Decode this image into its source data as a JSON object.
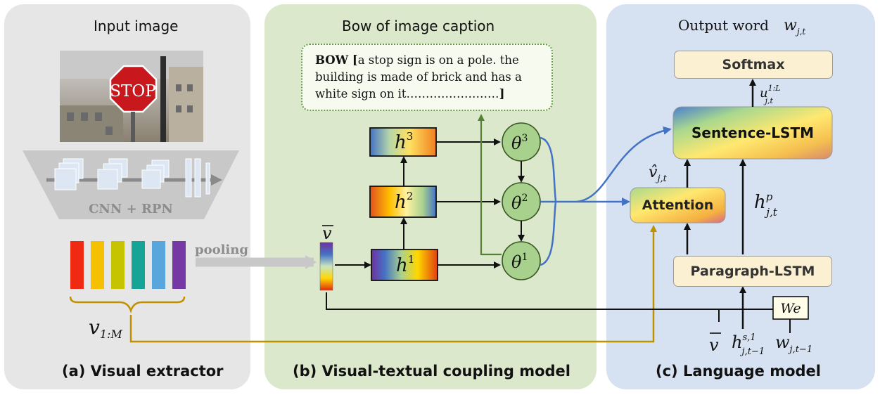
{
  "panel_a": {
    "title": "Input image",
    "photo_sign_text": "STOP",
    "cnn_label": "CNN + RPN",
    "pooling_label": "pooling",
    "features_label": "v",
    "features_sub": "1:M",
    "feature_colors": [
      "#f02a12",
      "#f5c000",
      "#c6c400",
      "#15a496",
      "#58a6db",
      "#7638a4"
    ],
    "bottom_title": "(a) Visual extractor"
  },
  "panel_b": {
    "title": "Bow of image caption",
    "bow_prefix": "BOW [",
    "bow_text": "a stop sign is on a pole. the building is made of brick and has a white sign on it……………………",
    "bow_suffix": "]",
    "vbar_label": "v",
    "h_labels": [
      "h",
      "h",
      "h"
    ],
    "h_sups": [
      "1",
      "2",
      "3"
    ],
    "theta_labels": [
      "θ",
      "θ",
      "θ"
    ],
    "theta_sups": [
      "1",
      "2",
      "3"
    ],
    "bottom_title": "(b) Visual-textual coupling model"
  },
  "panel_c": {
    "output_label": "Output word",
    "output_var": "w",
    "output_sub": "j,t",
    "softmax": "Softmax",
    "u_label": "u",
    "u_sup": "1:L",
    "u_sub": "j,t",
    "sentence_lstm": "Sentence-LSTM",
    "vhat_label": "v̂",
    "vhat_sub": "j,t",
    "attention": "Attention",
    "hp_label": "h",
    "hp_sup": "p",
    "hp_sub": "j,t",
    "paragraph_lstm": "Paragraph-LSTM",
    "we_label": "We",
    "in_vbar": "v",
    "in_hs": "h",
    "in_hs_sup": "s,1",
    "in_hs_sub": "j,t−1",
    "in_w": "w",
    "in_w_sub": "j,t−1",
    "bottom_title": "(c) Language model"
  },
  "colors": {
    "arrow_black": "#111111",
    "arrow_blue": "#4472c4",
    "arrow_green": "#548235",
    "arrow_gold": "#bf9000",
    "theta_fill": "#a9d18e",
    "theta_stroke": "#375623"
  }
}
